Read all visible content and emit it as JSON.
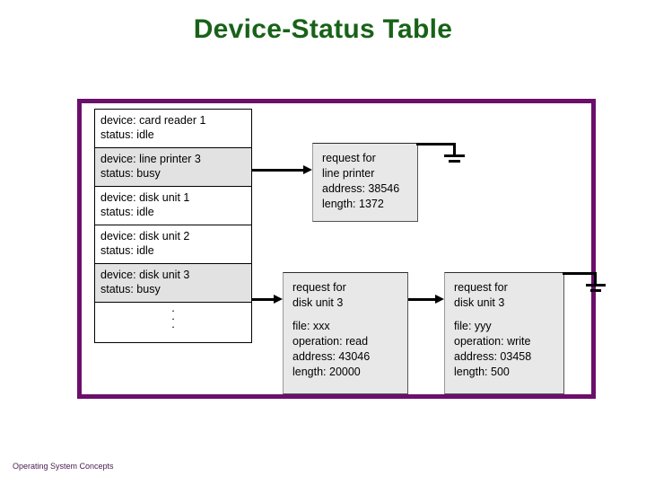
{
  "slide": {
    "title": "Device-Status Table",
    "title_color": "#186218",
    "frame_color": "#6b0f6b",
    "footer": "Operating System Concepts"
  },
  "device_table": {
    "name": "device-status-table",
    "rows": [
      {
        "device": "device: card reader 1",
        "status": "status: idle",
        "busy": false
      },
      {
        "device": "device: line printer 3",
        "status": "status: busy",
        "busy": true
      },
      {
        "device": "device: disk unit 1",
        "status": "status: idle",
        "busy": false
      },
      {
        "device": "device: disk unit 2",
        "status": "status: idle",
        "busy": false
      },
      {
        "device": "device: disk unit 3",
        "status": "status: busy",
        "busy": true
      }
    ],
    "ellipsis": "vertical-ellipsis"
  },
  "requests": {
    "line_printer": {
      "title_line_1": "request for",
      "title_line_2": "line printer",
      "address": "address: 38546",
      "length": "length: 1372",
      "next_pointer": "null"
    },
    "disk_unit_3_first": {
      "title_line_1": "request for",
      "title_line_2": "disk unit 3",
      "file": "file: xxx",
      "operation": "operation: read",
      "address": "address: 43046",
      "length": "length: 20000",
      "next_pointer": "disk_unit_3_second"
    },
    "disk_unit_3_second": {
      "title_line_1": "request for",
      "title_line_2": "disk unit 3",
      "file": "file: yyy",
      "operation": "operation: write",
      "address": "address: 03458",
      "length": "length: 500",
      "next_pointer": "null"
    }
  }
}
